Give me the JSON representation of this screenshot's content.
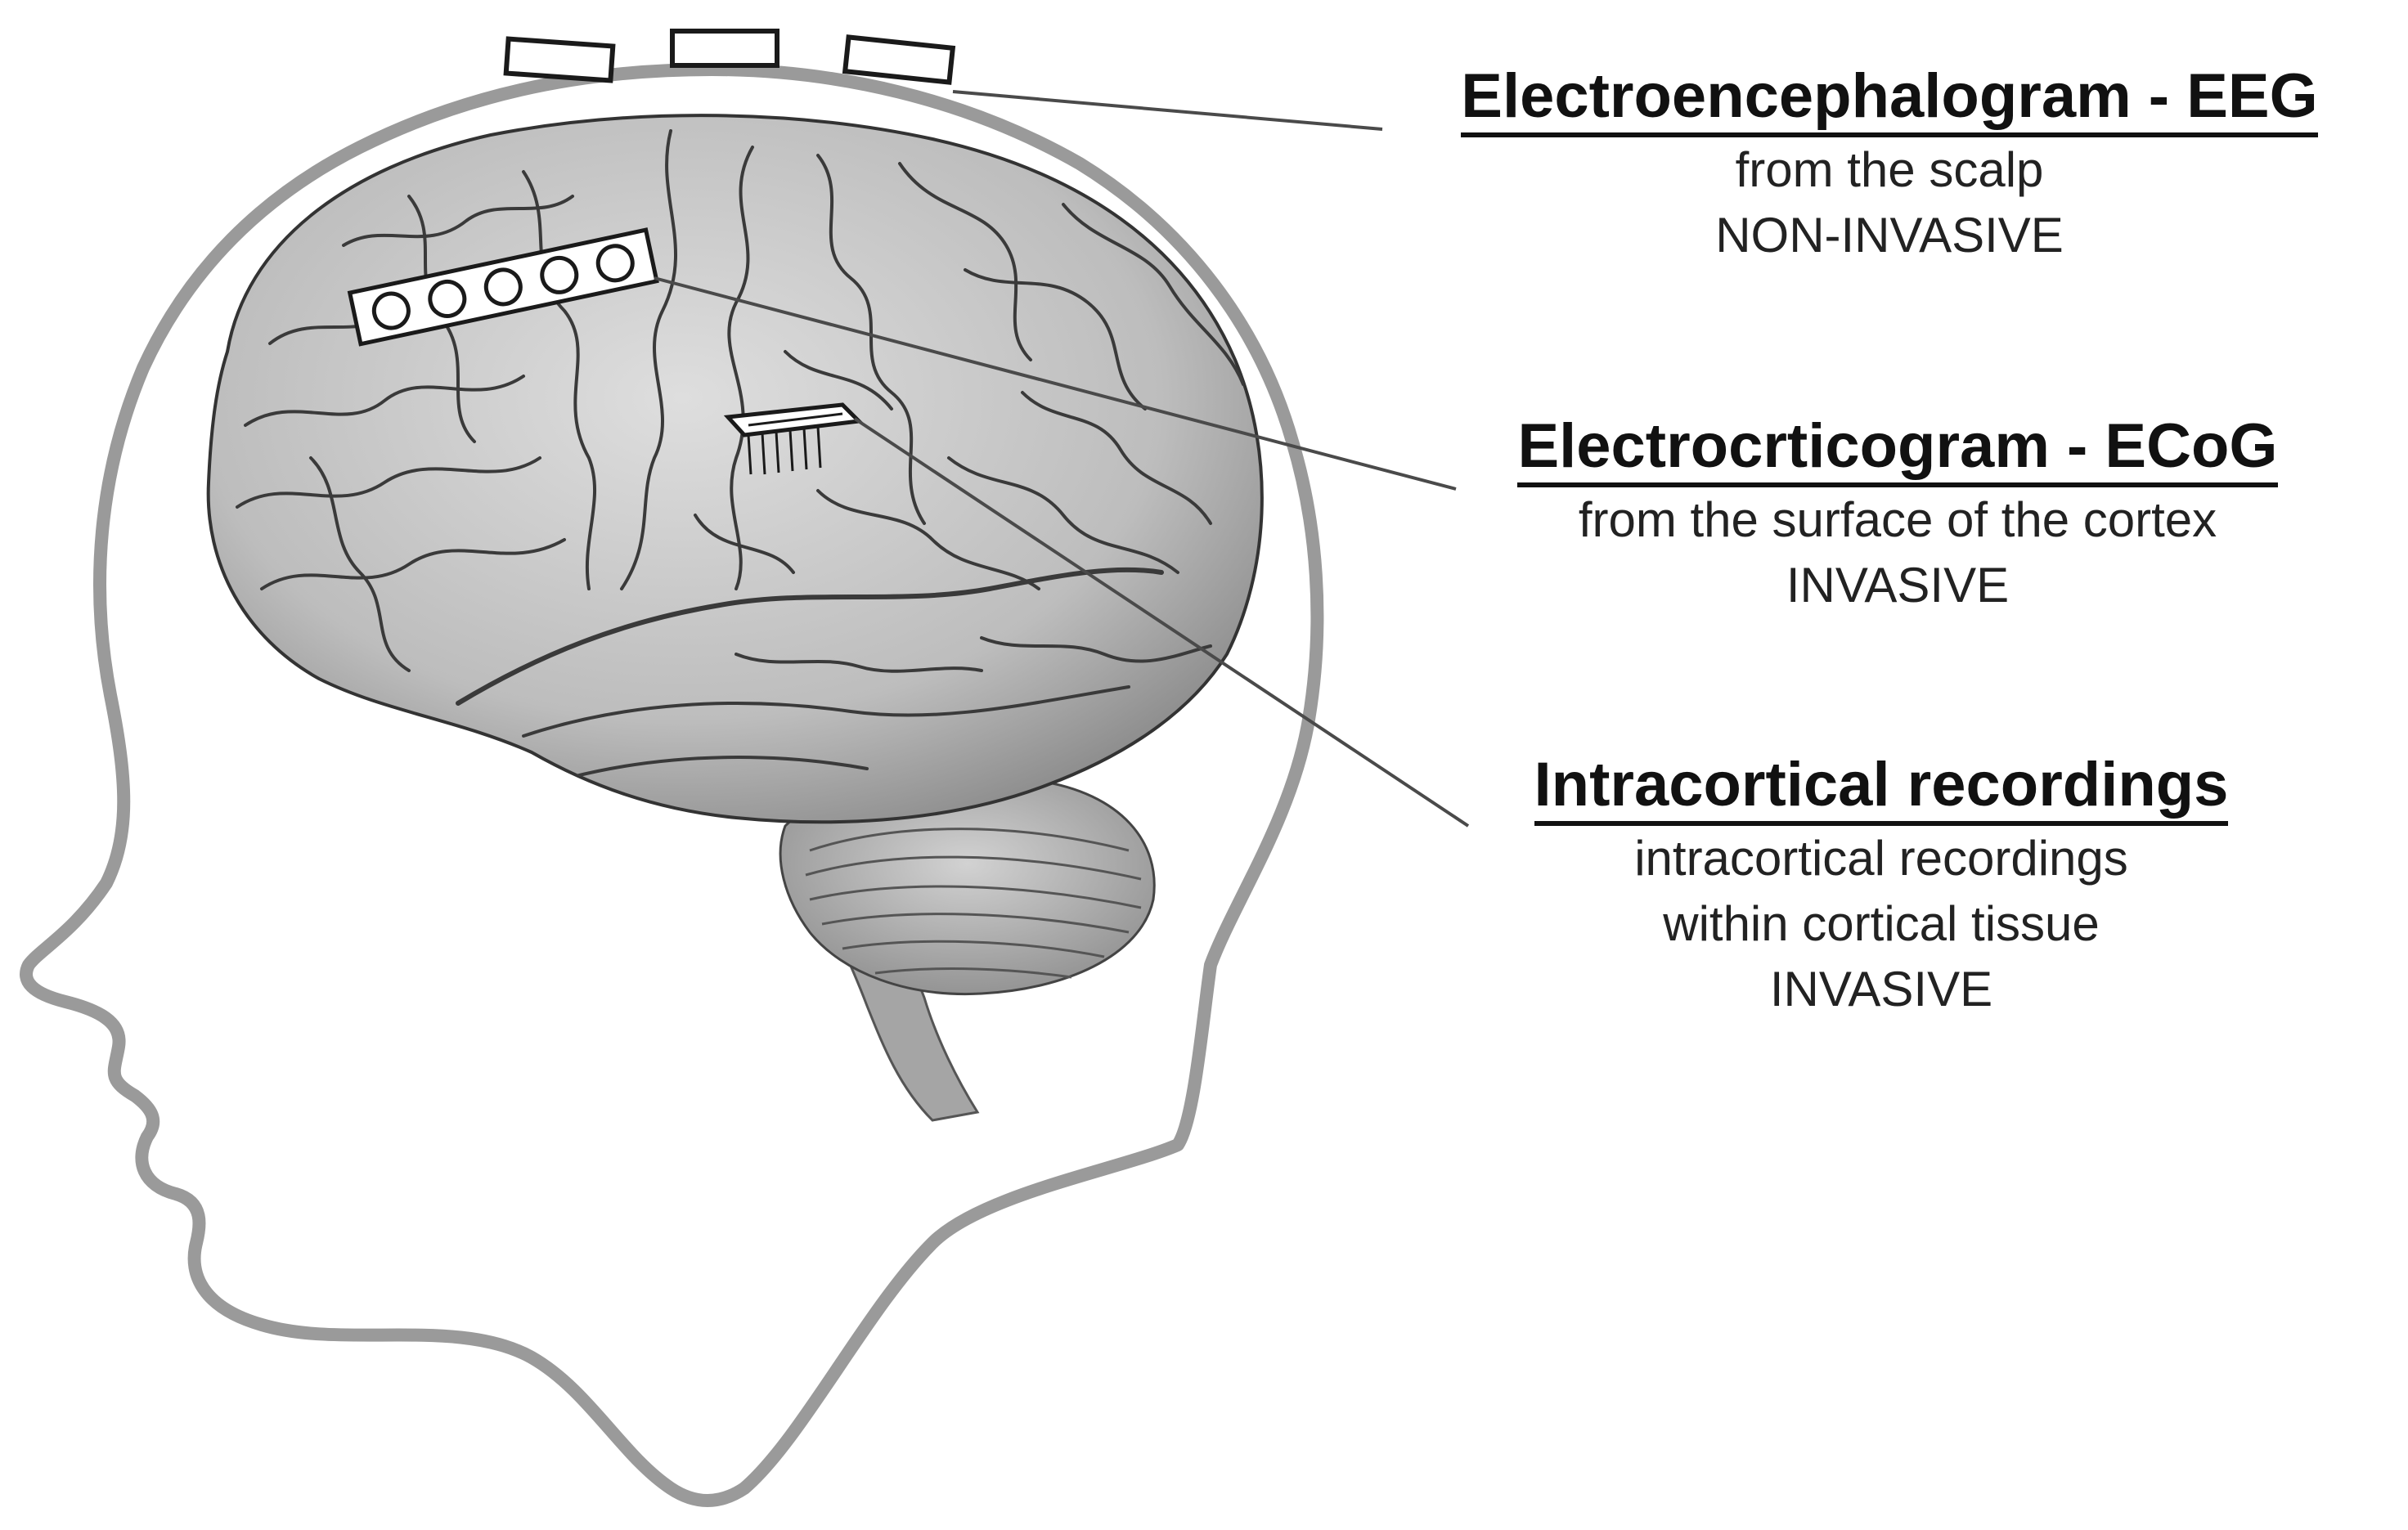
{
  "labels": {
    "eeg": {
      "title": "Electroencephalogram - EEG",
      "line1": "from the scalp",
      "line2": "NON-INVASIVE"
    },
    "ecog": {
      "title": "Electrocrticogram - ECoG",
      "line1": "from the surface of the cortex",
      "line2": "INVASIVE"
    },
    "intracortical": {
      "title": "Intracortical recordings",
      "line1": "intracortical recordings",
      "line2": "within cortical tissue",
      "line3": "INVASIVE"
    }
  },
  "colors": {
    "head_outline": "#9a9a9a",
    "brain_fill": "#c8c8c8",
    "brain_folds": "#3a3a3a",
    "leader_lines": "#4a4a4a",
    "electrode_fill": "#ffffff",
    "electrode_stroke": "#1a1a1a"
  }
}
